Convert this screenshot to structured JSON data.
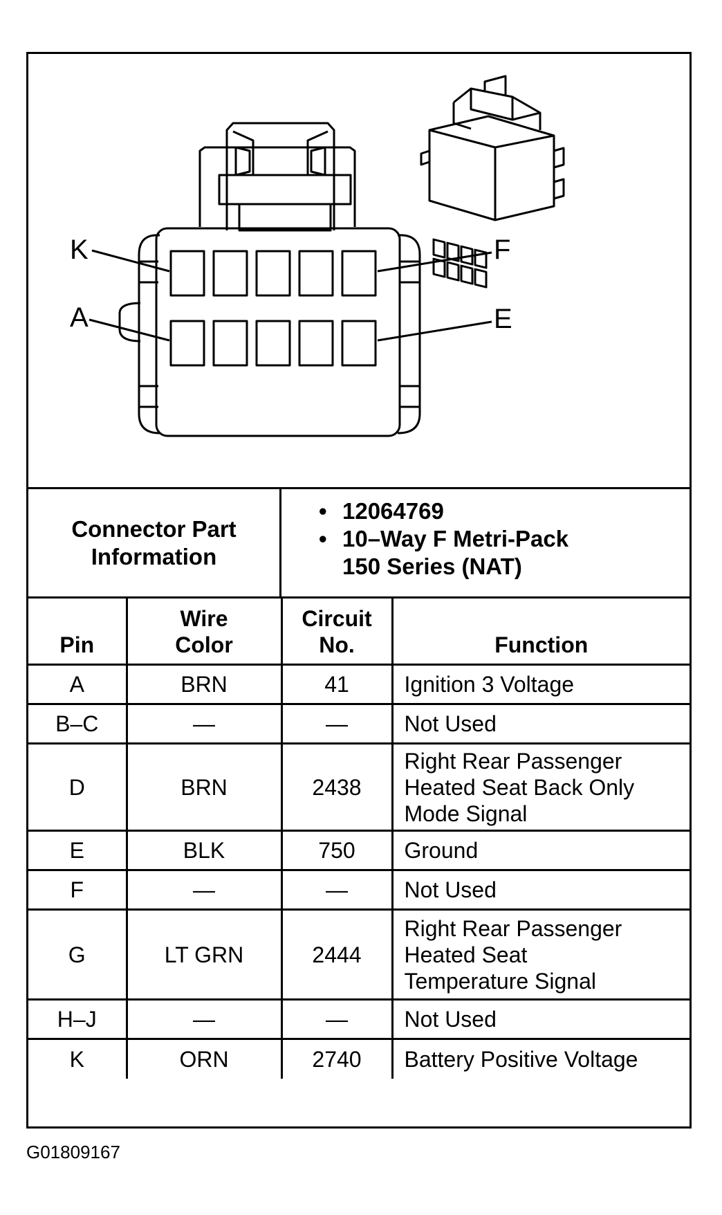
{
  "diagram": {
    "callouts": {
      "k": "K",
      "a": "A",
      "f": "F",
      "e": "E"
    }
  },
  "connector_info": {
    "label": "Connector Part\nInformation",
    "part_number": "12064769",
    "description": "10–Way F Metri-Pack\n150 Series (NAT)"
  },
  "table": {
    "headers": {
      "pin": "Pin",
      "wire_color": "Wire\nColor",
      "circuit_no": "Circuit\nNo.",
      "function": "Function"
    },
    "rows": [
      {
        "pin": "A",
        "wire_color": "BRN",
        "circuit_no": "41",
        "function": "Ignition 3 Voltage"
      },
      {
        "pin": "B–C",
        "wire_color": "—",
        "circuit_no": "—",
        "function": "Not Used"
      },
      {
        "pin": "D",
        "wire_color": "BRN",
        "circuit_no": "2438",
        "function": "Right Rear Passenger\nHeated Seat Back Only\nMode Signal"
      },
      {
        "pin": "E",
        "wire_color": "BLK",
        "circuit_no": "750",
        "function": "Ground"
      },
      {
        "pin": "F",
        "wire_color": "—",
        "circuit_no": "—",
        "function": "Not Used"
      },
      {
        "pin": "G",
        "wire_color": "LT GRN",
        "circuit_no": "2444",
        "function": "Right Rear Passenger\nHeated Seat\nTemperature Signal"
      },
      {
        "pin": "H–J",
        "wire_color": "—",
        "circuit_no": "—",
        "function": "Not Used"
      },
      {
        "pin": "K",
        "wire_color": "ORN",
        "circuit_no": "2740",
        "function": "Battery Positive Voltage"
      }
    ]
  },
  "figure_id": "G01809167"
}
